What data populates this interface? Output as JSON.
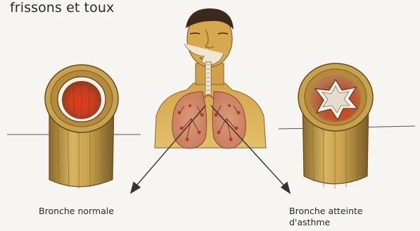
{
  "title": "frissons et toux",
  "labels": {
    "left": "Bronche normale",
    "right_line1": "Bronche atteinte",
    "right_line2": "d'asthme"
  }
}
